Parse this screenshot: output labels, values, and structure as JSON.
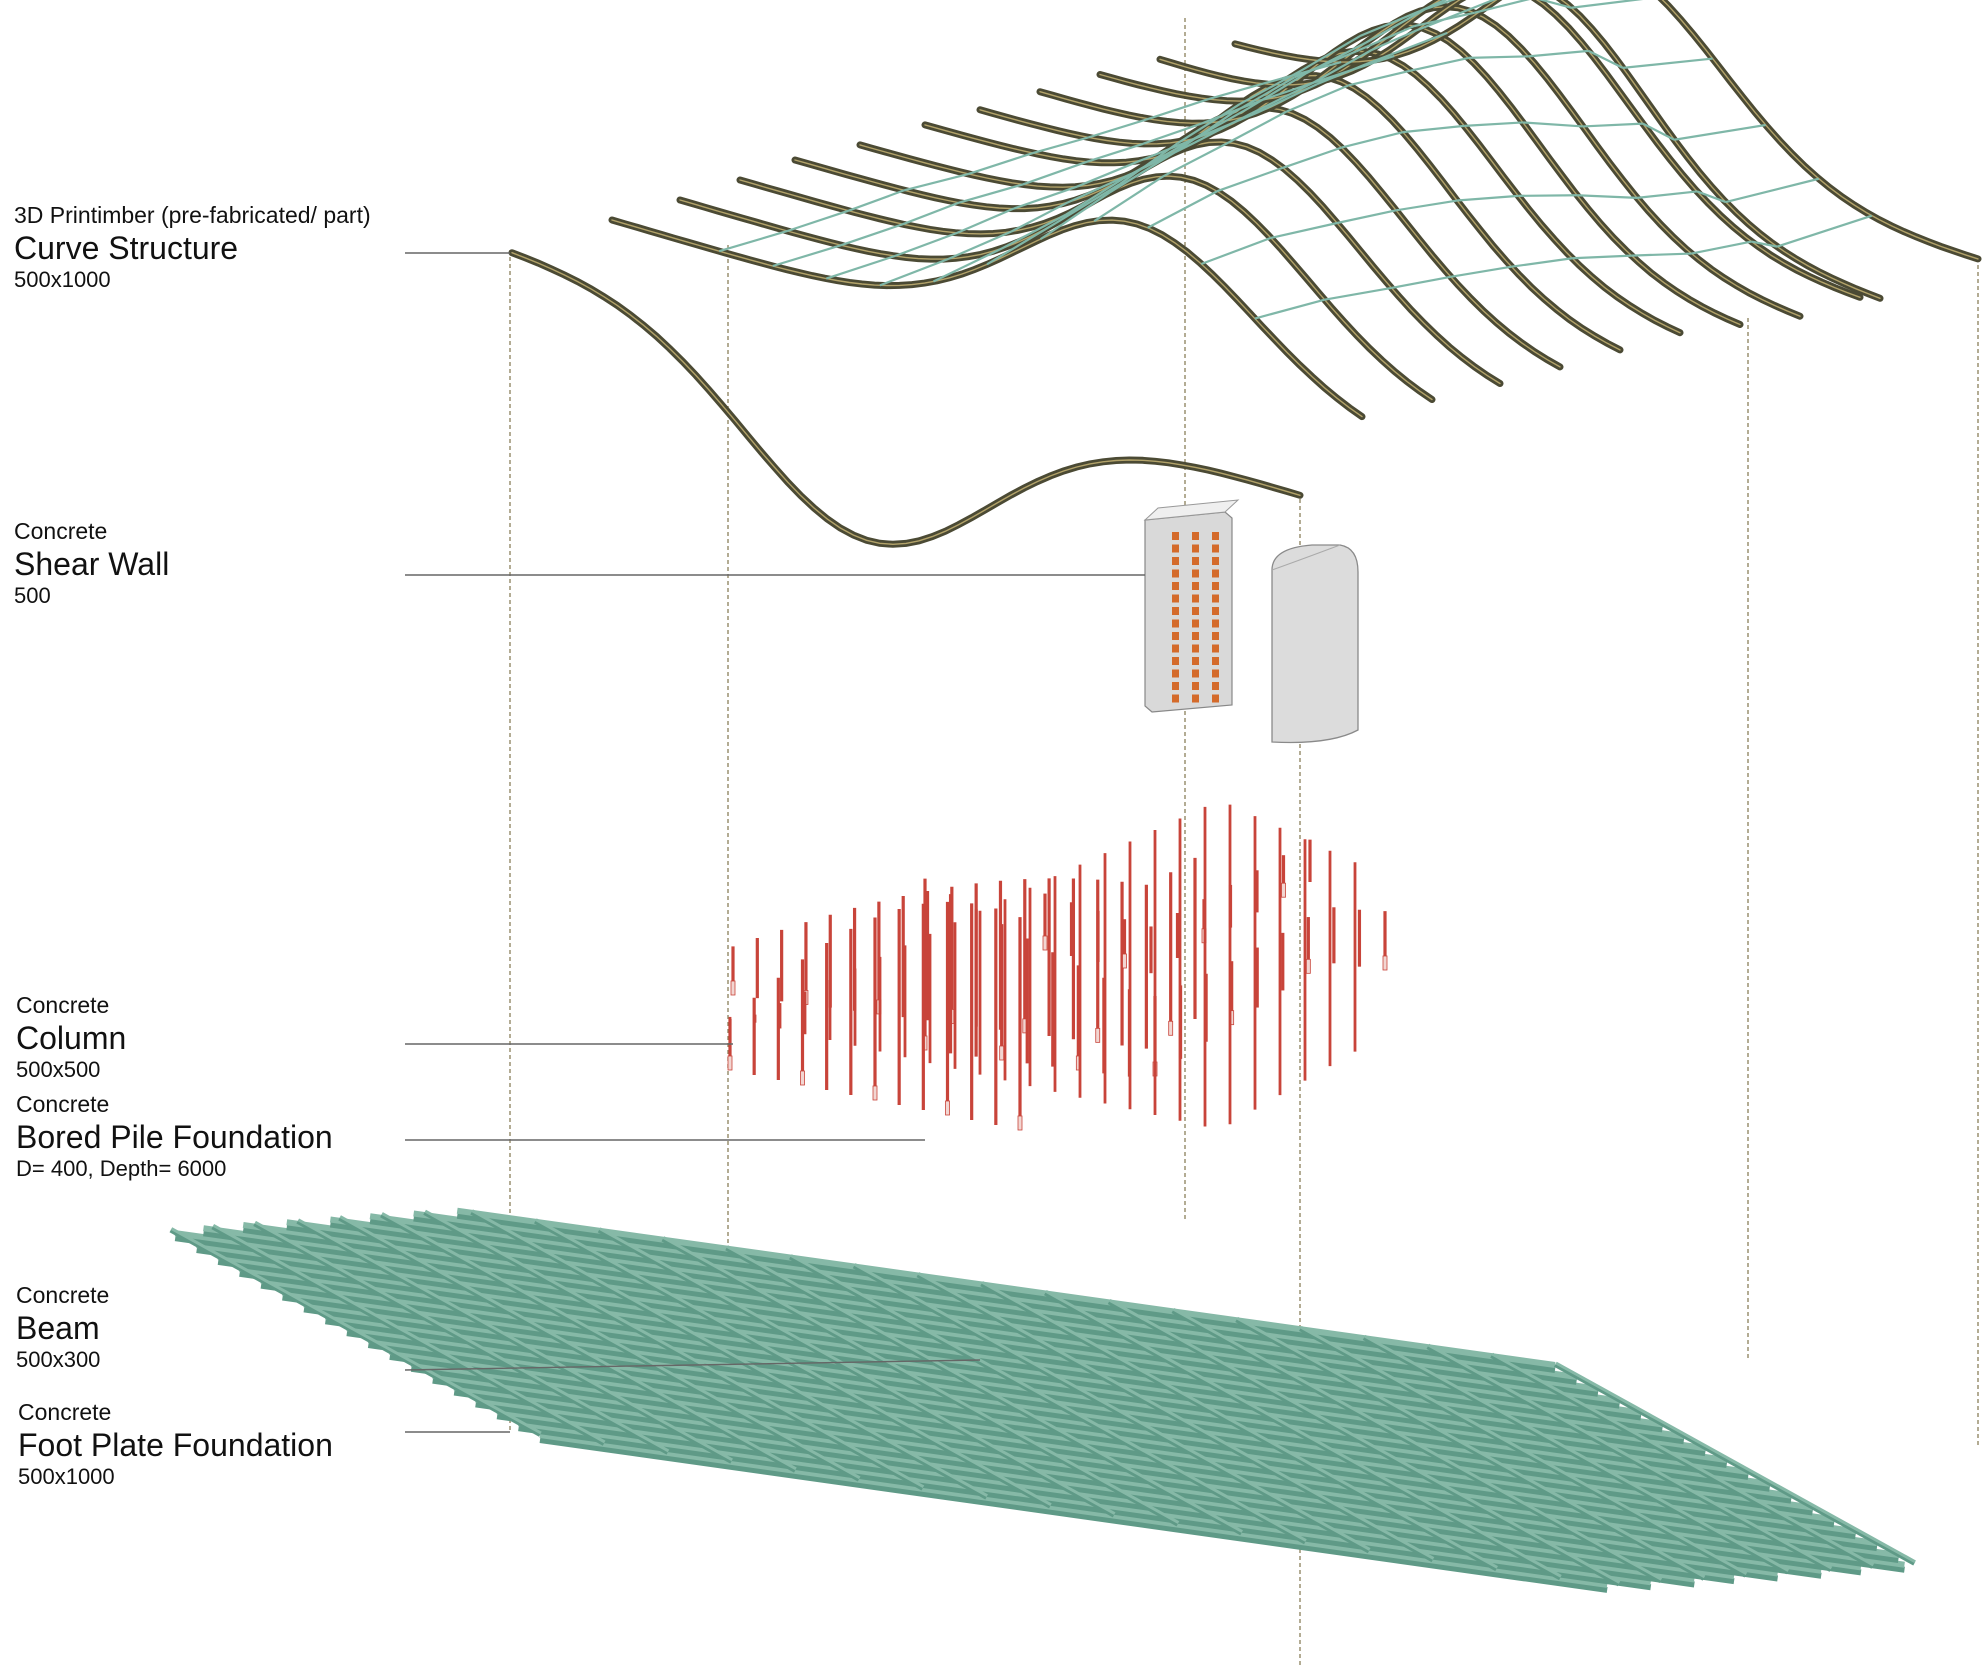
{
  "labels": {
    "curve_structure": {
      "material": "3D Printimber (pre-fabricated/ part)",
      "name": "Curve Structure",
      "size": "500x1000"
    },
    "shear_wall": {
      "material": "Concrete",
      "name": "Shear Wall",
      "size": "500"
    },
    "column": {
      "material": "Concrete",
      "name": "Column",
      "size": "500x500"
    },
    "bored_pile": {
      "material": "Concrete",
      "name": "Bored Pile Foundation",
      "size": "D= 400, Depth= 6000"
    },
    "beam": {
      "material": "Concrete",
      "name": "Beam",
      "size": "500x300"
    },
    "foot_plate": {
      "material": "Concrete",
      "name": "Foot Plate Foundation",
      "size": "500x1000"
    }
  },
  "colors": {
    "timber_curve": "#4b4a34",
    "timber_curve_highlight": "#b3a36a",
    "timber_slat": "#7fb7a8",
    "column_red": "#c8443a",
    "beam_grid": "#86b9a7",
    "beam_grid_dark": "#5f9a87",
    "shear_wall": "#d9d9d9",
    "shear_wall_accent": "#d46a2a",
    "leader_line": "#666666",
    "guide_line": "#8a7f5a"
  }
}
